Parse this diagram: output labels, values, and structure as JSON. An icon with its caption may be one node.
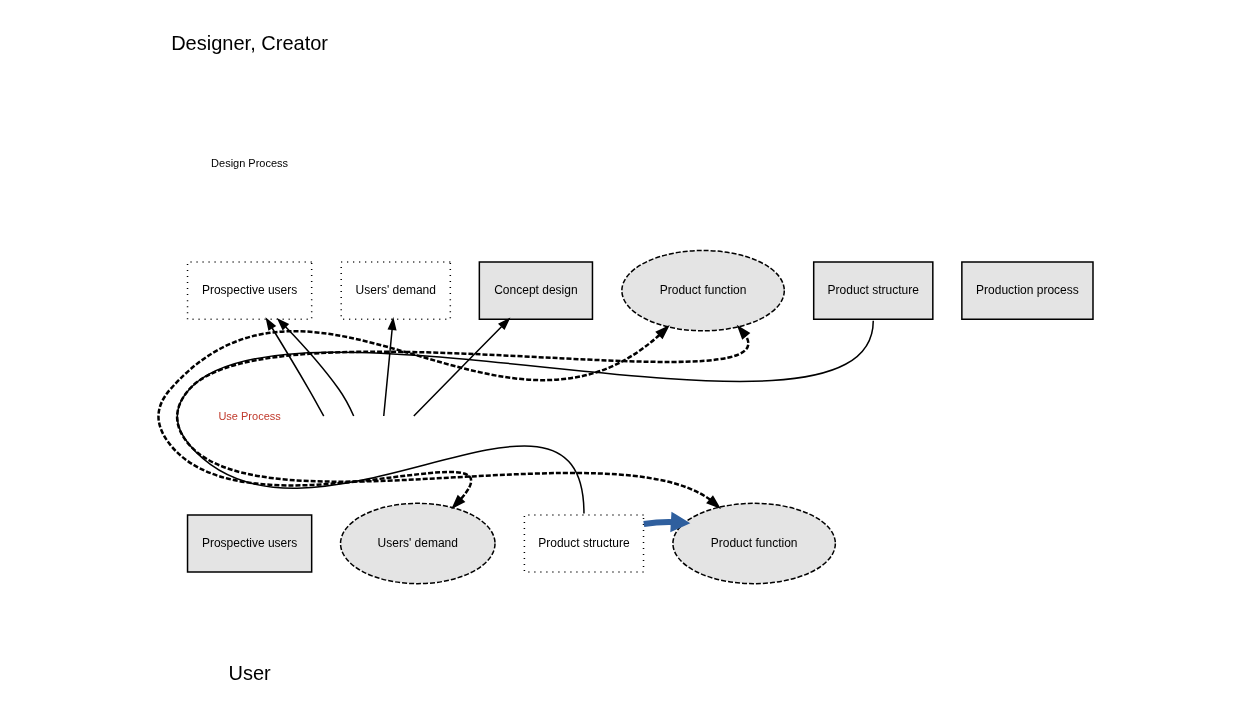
{
  "diagram": {
    "nodes": [
      {
        "text": [
          "Prospective users"
        ]
      },
      {
        "text": [
          "Users' demand"
        ]
      },
      {
        "text": [
          "Concept design"
        ]
      },
      {
        "text": [
          "Product function"
        ]
      },
      {
        "text": [
          "Product structure"
        ]
      },
      {
        "text": [
          "Production process"
        ]
      },
      {
        "text": [
          "Prospective users"
        ]
      },
      {
        "text": [
          "Users' demand"
        ]
      },
      {
        "text": [
          "Product structure"
        ]
      },
      {
        "text": [
          "Product function"
        ]
      }
    ],
    "edges": [
      {
        "from": null,
        "to": 0,
        "arrow": "to"
      },
      {
        "from": null,
        "to": 0,
        "arrow": "to"
      },
      {
        "from": null,
        "to": 1,
        "arrow": "to"
      },
      {
        "from": null,
        "to": 2,
        "arrow": "to"
      },
      {
        "from": 3,
        "to": 7,
        "arrow": "both",
        "style": "dashed"
      },
      {
        "from": 9,
        "to": 3,
        "arrow": "both",
        "style": "dashed"
      },
      {
        "from": 4,
        "to": 8,
        "arrow": "none"
      },
      {
        "from": 8,
        "to": 9,
        "arrow": "to",
        "style": "thick",
        "color": "#2f5f9e"
      }
    ],
    "labels": [
      "Designer, Creator",
      "Design Process",
      "Use Process",
      "User"
    ]
  }
}
